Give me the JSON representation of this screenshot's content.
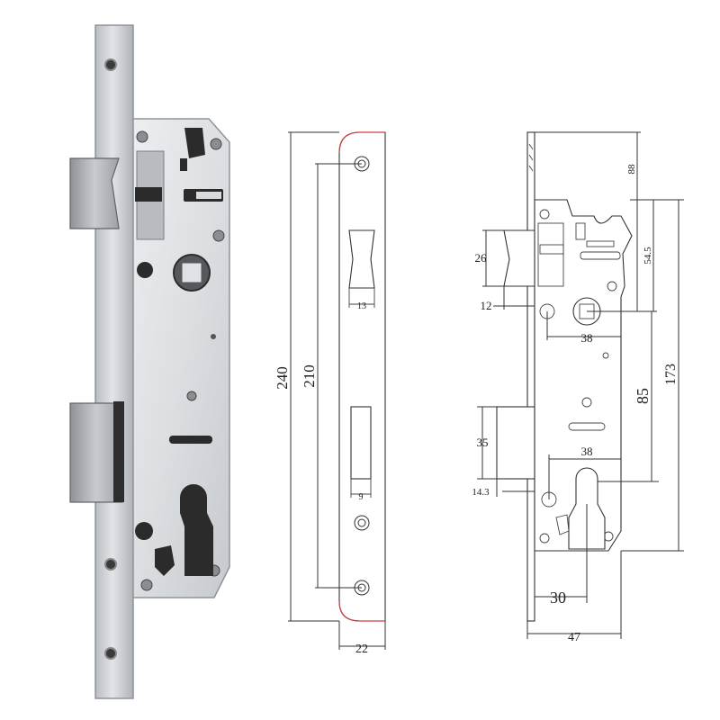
{
  "colors": {
    "steel_light": "#e4e6e9",
    "steel_mid": "#c9ccd0",
    "steel_dark": "#9ea2a7",
    "shadow": "#2b2b2b",
    "outline": "#333333",
    "accent_red": "#d23c3c"
  },
  "faceplate_drawing": {
    "dimensions": {
      "height_overall": "240",
      "hole_spacing": "210",
      "latch_slot_width": "13",
      "bolt_slot_width": "9",
      "plate_width": "22"
    }
  },
  "side_drawing": {
    "dimensions": {
      "top_to_hub": "88",
      "hub_offset": "54.5",
      "handle_to_cylinder": "85",
      "case_height": "173",
      "latch_height": "26",
      "latch_projection": "12",
      "hub_to_edge": "38",
      "bolt_height": "35",
      "bolt_projection": "14.3",
      "cylinder_to_edge": "38",
      "backset": "30",
      "case_depth": "47"
    }
  }
}
